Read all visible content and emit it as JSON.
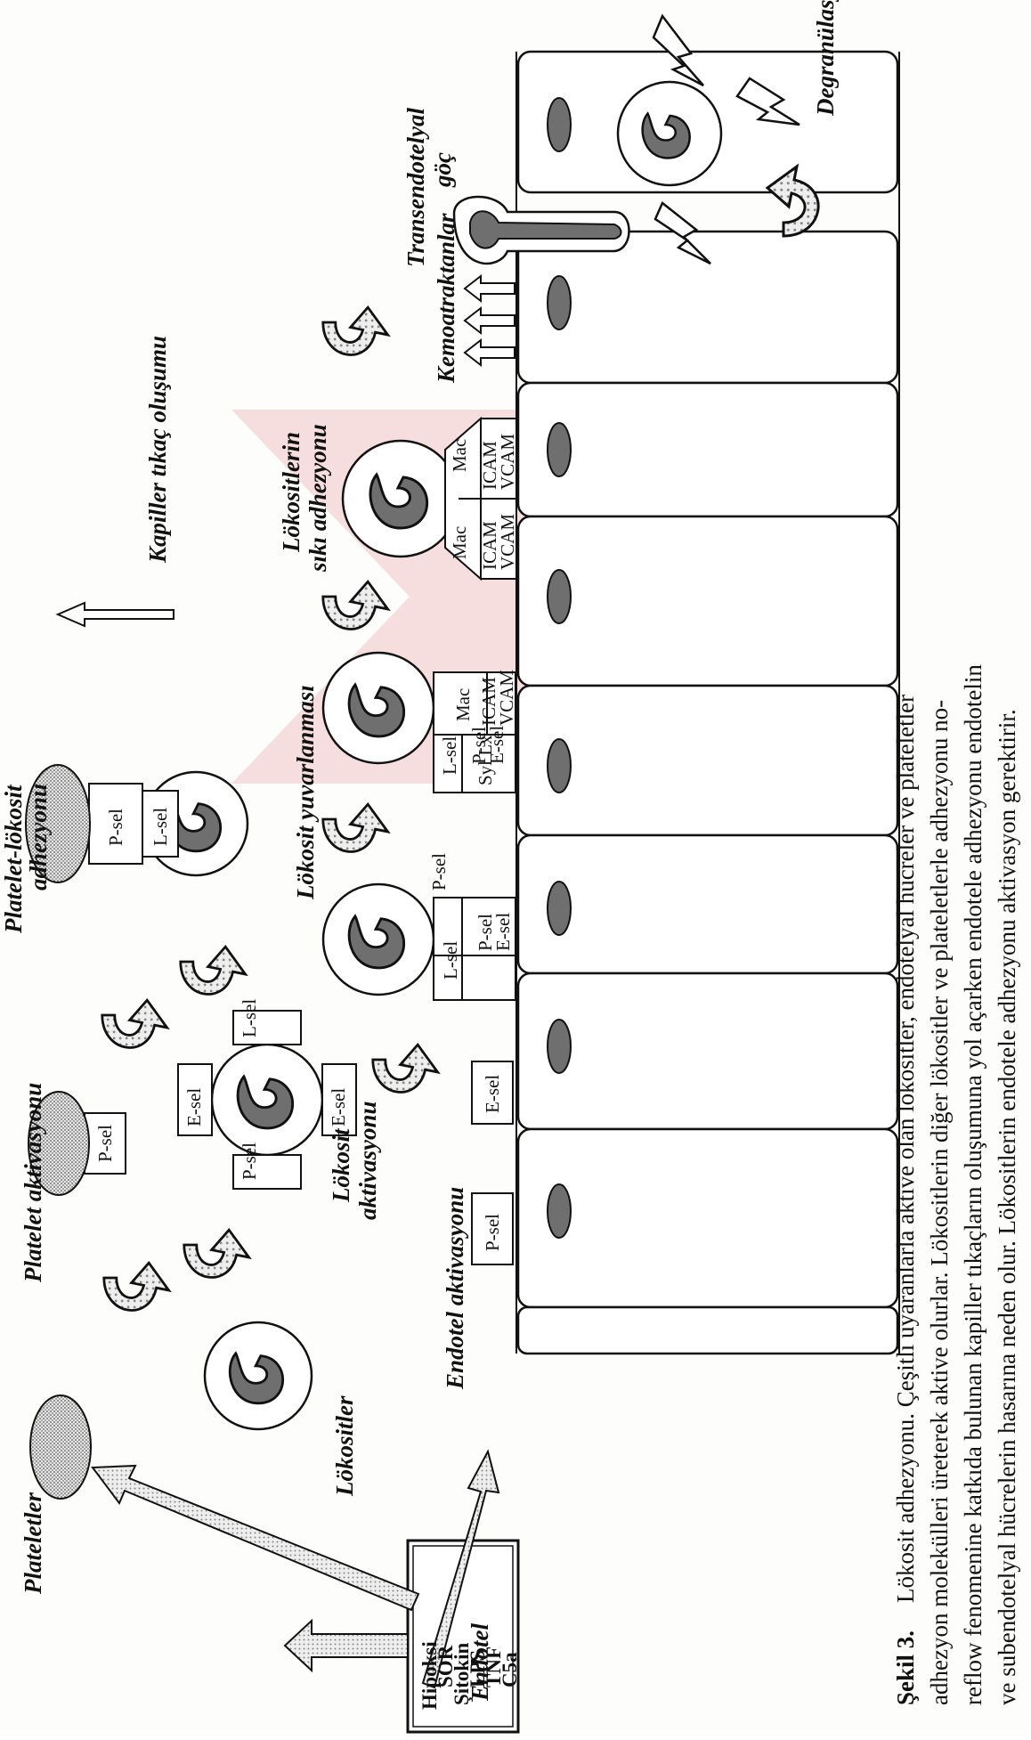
{
  "figure": {
    "source_box": {
      "lines": [
        "Hipoksi",
        "SOR",
        "Şitokin",
        "LPS",
        "TNF",
        "C5a"
      ]
    },
    "stage_labels": {
      "plateletler": "Plateletler",
      "platelet_aktivasyonu": "Platelet aktivasyonu",
      "platelet_lokosit_1": "Platelet-lökosit",
      "platelet_lokosit_2": "adhezyonu",
      "lokositler": "Lökositler",
      "lokosit_aktivasyonu_1": "Lökosit",
      "lokosit_aktivasyonu_2": "aktivasyonu",
      "endotel_aktivasyonu": "Endotel aktivasyonu",
      "lokosit_yuvarlanmasi": "Lökosit yuvarlanması",
      "siki_adhezyon_1": "Lökositlerin",
      "siki_adhezyon_2": "sıkı adhezyonu",
      "kapiller_tikac": "Kapiller tıkaç oluşumu",
      "kemoatraktanlar": "Kemoatraktanlar",
      "transendotelyal_1": "Transendotelyal",
      "transendotelyal_2": "göç",
      "degranulasyon": "Degranülasyon",
      "endotel": "Endotel"
    },
    "molecules": {
      "p_sel": "P-sel",
      "l_sel": "L-sel",
      "e_sel": "E-sel",
      "syl_lx": "Syl Lx",
      "mac": "Mac",
      "icam": "ICAM",
      "vcam": "VCAM"
    }
  },
  "caption": {
    "label": "Şekil 3.",
    "lines": [
      "Lökosit adhezyonu. Çeşitli uyaranlarla aktive olan lökositler, endotelyal hücreler ve plateletler",
      "adhezyon molekülleri üreterek aktive olurlar. Lökositlerin diğer lökositler ve plateletlerle adhezyonu no-",
      "reflow fenomenine katkıda bulunan kapiller tıkaçların oluşumuna yol açarken endotele adhezyonu endotelin",
      "ve subendotelyal hücrelerin hasarına neden olur. Lökositlerin endotele adhezyonu aktivasyon gerektirir."
    ]
  },
  "colors": {
    "ink": "#111111",
    "nucleus": "#707070",
    "platelet_fill": "#c8c8c8",
    "watermark": "#f3c6c8",
    "paper": "#fdfdfb"
  }
}
